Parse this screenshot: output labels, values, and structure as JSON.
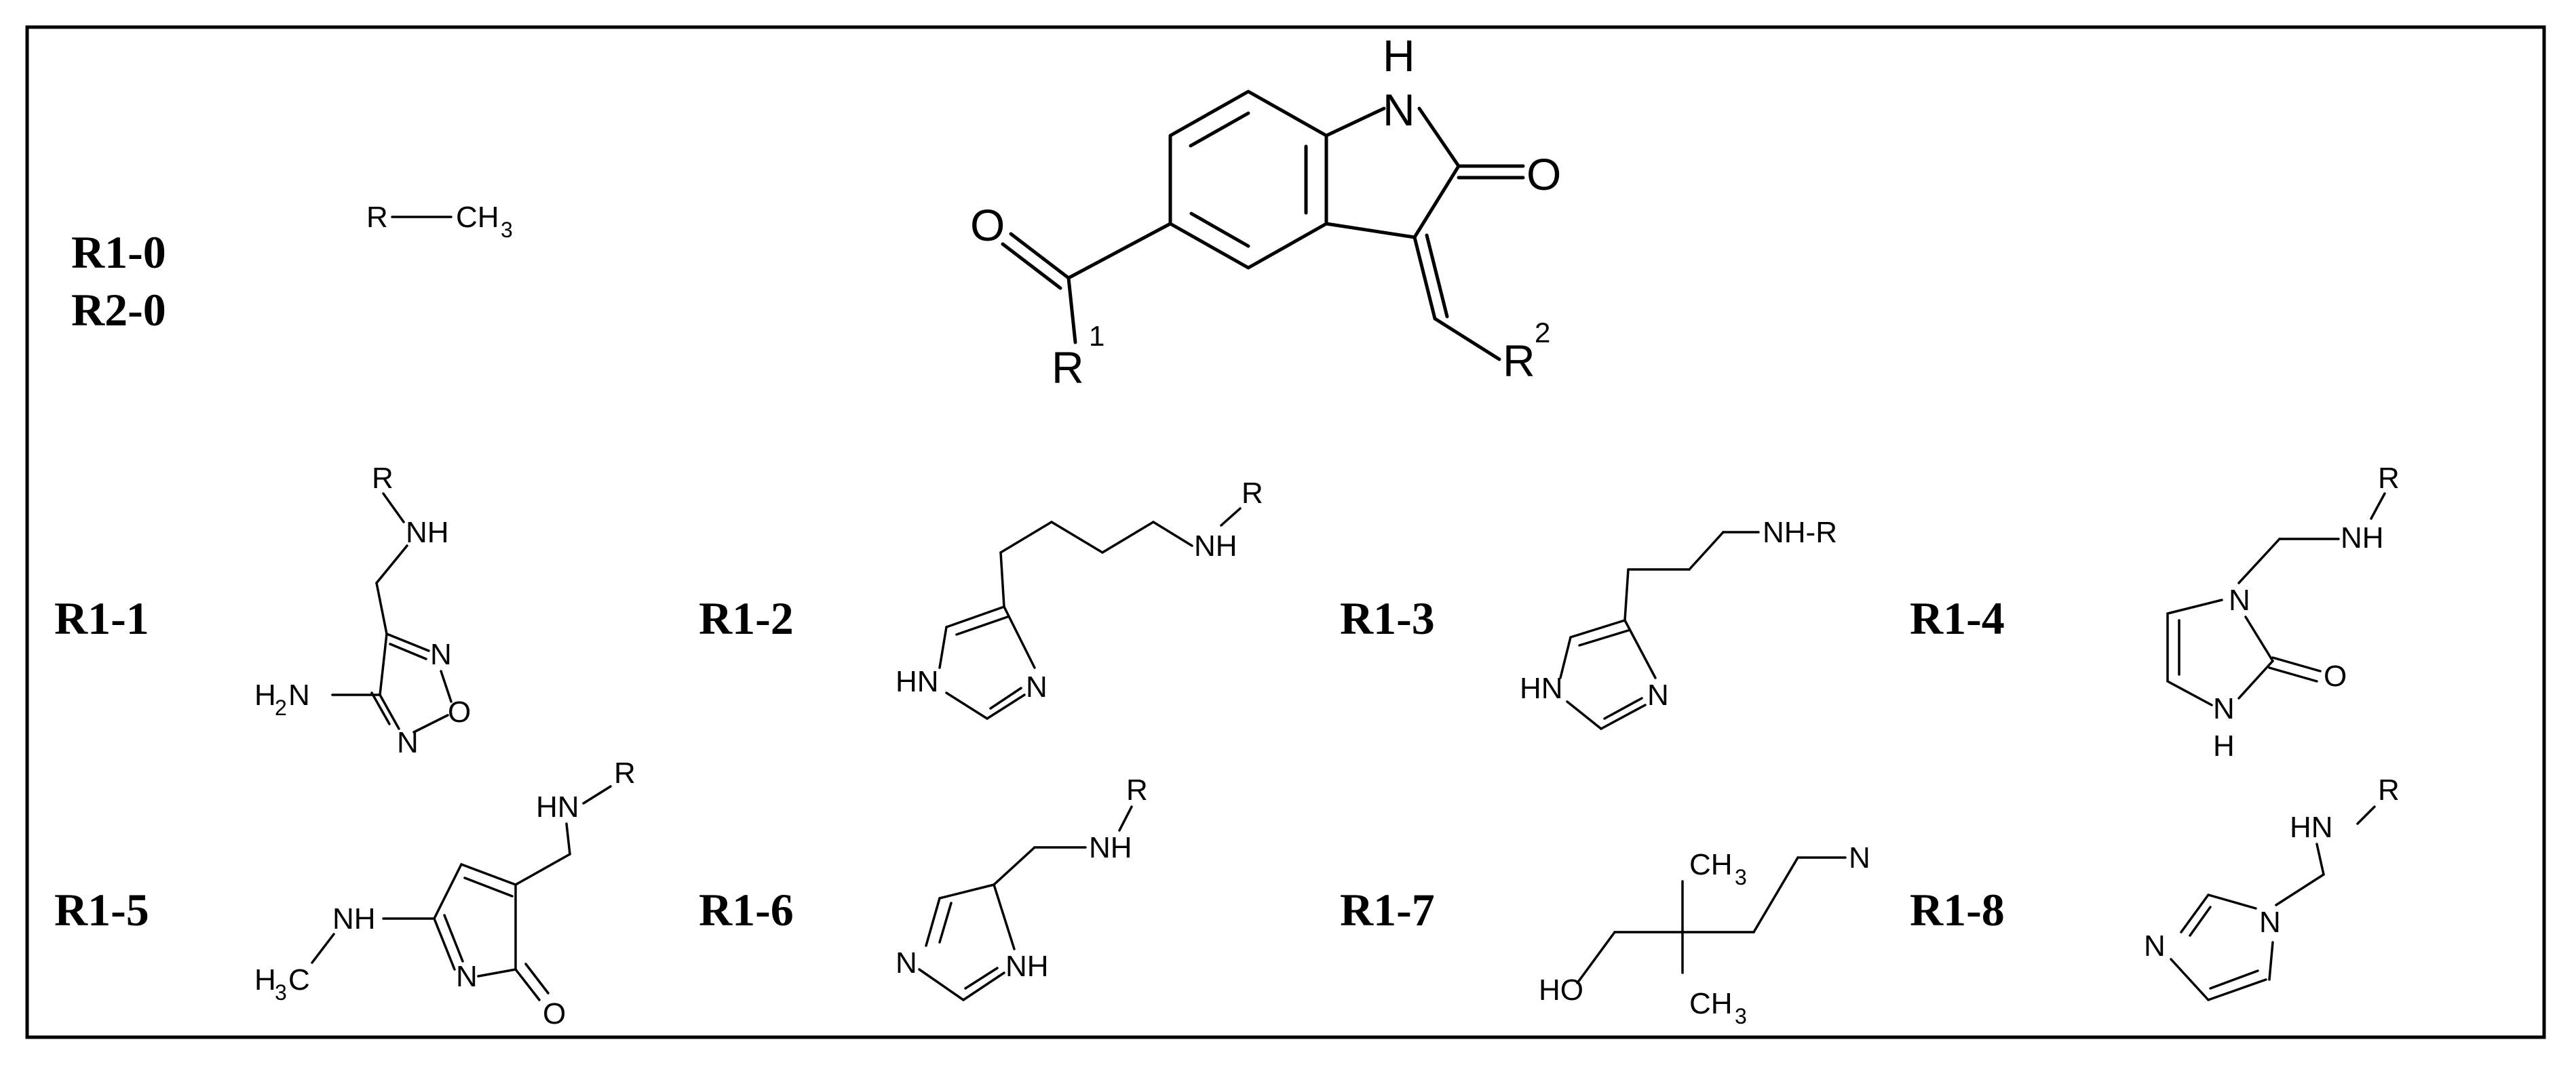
{
  "labels": {
    "r1_0": "R1-0",
    "r2_0": "R2-0",
    "r1_1": "R1-1",
    "r1_2": "R1-2",
    "r1_3": "R1-3",
    "r1_4": "R1-4",
    "r1_5": "R1-5",
    "r1_6": "R1-6",
    "r1_7": "R1-7",
    "r1_8": "R1-8"
  },
  "atoms": {
    "R": "R",
    "CH": "CH",
    "three": "3",
    "H": "H",
    "N": "N",
    "O": "O",
    "NH": "NH",
    "HN": "HN",
    "H2N_H": "H",
    "H2N_2": "2",
    "H2N_N": "N",
    "O_ring": "O",
    "NH_R": "NH-R",
    "R_sup1": "1",
    "R_sup2": "2",
    "HO": "HO",
    "H3C_H": "H",
    "H3C_3": "3",
    "H3C_C": "C",
    "trunc_N": "N"
  },
  "colors": {
    "ink": "#000000",
    "background": "#ffffff"
  }
}
